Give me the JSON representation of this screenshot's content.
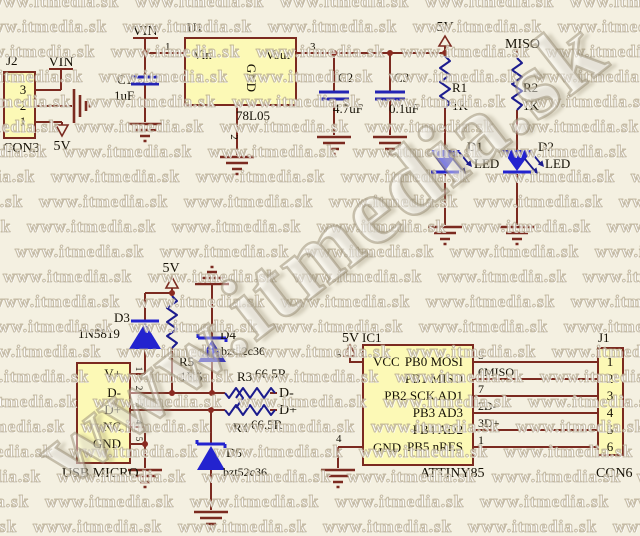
{
  "watermark": {
    "tile": "www.itmedia.sk",
    "big": "www.itmedia.sk"
  },
  "power": {
    "vin": "VIN",
    "v5": "5V",
    "miso": "MISO"
  },
  "regulator": {
    "ref": "U1",
    "part": "78L05",
    "pin_in": "Vin",
    "pin_out": "Vout",
    "pin_gnd": "GND",
    "num_in": "1",
    "num_out": "3",
    "num_gnd": "2"
  },
  "j2": {
    "ref": "J2",
    "type": "CON3",
    "pins": [
      "3",
      "2",
      "1"
    ]
  },
  "caps": {
    "c1": {
      "ref": "C1",
      "value": "1uF"
    },
    "c2": {
      "ref": "C2",
      "value": "4.7uF"
    },
    "c3": {
      "ref": "C3",
      "value": "0.1uF"
    }
  },
  "resistors": {
    "r1": {
      "ref": "R1",
      "value": "1K"
    },
    "r2": {
      "ref": "R2",
      "value": "1K"
    },
    "r3": {
      "ref": "R3",
      "value": "66.5R"
    },
    "r4": {
      "ref": "R4",
      "value": "66.5R"
    },
    "r5": {
      "ref": "R5",
      "value": "1K5"
    }
  },
  "diodes": {
    "d1": {
      "ref": "D1",
      "value": "LED"
    },
    "d2": {
      "ref": "D2",
      "value": "LED"
    },
    "d3": {
      "ref": "D3",
      "value": "1N5819"
    },
    "d4": {
      "ref": "D4",
      "value": "bzt52c36"
    },
    "d5": {
      "ref": "D5",
      "value": "bzt52c36"
    }
  },
  "usb": {
    "label": "USB MICRO",
    "pins": [
      "V+",
      "D-",
      "D+",
      "NC",
      "GND"
    ],
    "numbers": [
      "1",
      "2",
      "3",
      "4",
      "5"
    ]
  },
  "ic1": {
    "ref": "IC1",
    "part": "ATTINY85",
    "left": [
      "VCC",
      "GND"
    ],
    "left_nums": [
      "8",
      "4"
    ],
    "right": [
      "PB0 MOSI",
      "PB1 MISO",
      "PB2 SCK AD1",
      "PB3 AD3",
      "PB4 AD2",
      "PB5 nRES"
    ],
    "wire_labels": [
      "5",
      "6MISO",
      "7",
      "2D-",
      "3D+",
      "1"
    ]
  },
  "j1": {
    "ref": "J1",
    "type": "CON6",
    "pins": [
      "1",
      "2",
      "3",
      "4",
      "5",
      "6"
    ]
  },
  "nets": {
    "dminus": "D-",
    "dplus": "D+"
  },
  "colors": {
    "wire": "#7b2a20",
    "component_blue": "#2323cf",
    "resistor_blue": "#1c1c8e",
    "box_fill": "#fcf9b6",
    "background": "#f4f0e1"
  }
}
